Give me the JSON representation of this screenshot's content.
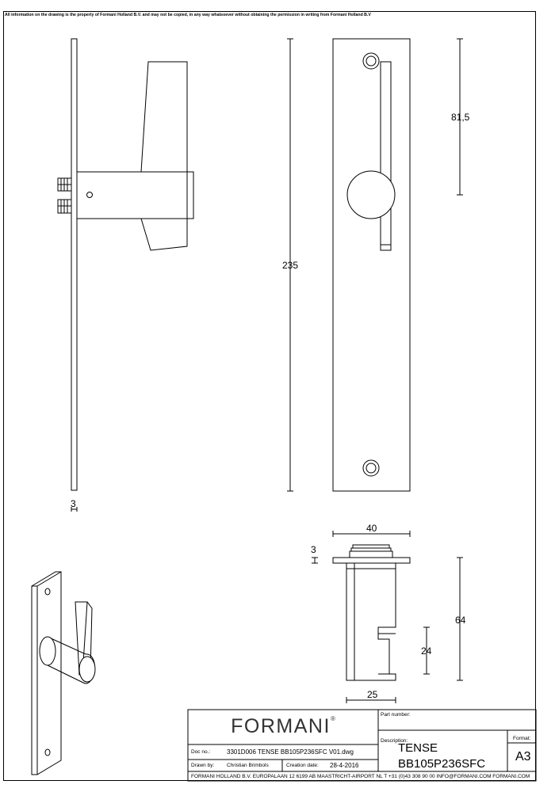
{
  "notice": "All information on the drawing is the property of Formani Holland B.V. and may not be copied, in any way whatsoever without obtaining the permission in writing from Formani Holland B.V",
  "dimensions": {
    "plate_height": "235",
    "lever_offset": "81,5",
    "plate_thickness_side": "3",
    "rose_width": "40",
    "rose_thickness": "3",
    "lever_depth": "64",
    "lever_step": "24",
    "lever_width": "25"
  },
  "title_block": {
    "logo": "FORMANI",
    "logo_mark": "®",
    "part_number_label": "Part number:",
    "part_number_value": "",
    "description_label": "Description:",
    "description_line1": "TENSE",
    "description_line2": "BB105P236SFC",
    "format_label": "Format:",
    "format_value": "A3",
    "doc_no_label": "Doc no.:",
    "doc_no_value": "3301D006 TENSE BB105P236SFC V01.dwg",
    "drawn_by_label": "Drawn by:",
    "drawn_by_value": "Christian Brimbols",
    "creation_date_label": "Creation date:",
    "creation_date_value": "28-4-2016",
    "footer": "FORMANI HOLLAND B.V.  EUROPALAAN 12  6199 AB MAASTRICHT-AIRPORT NL  T +31 (0)43 308 90 00 INFO@FORMANI.COM FORMANI.COM"
  }
}
